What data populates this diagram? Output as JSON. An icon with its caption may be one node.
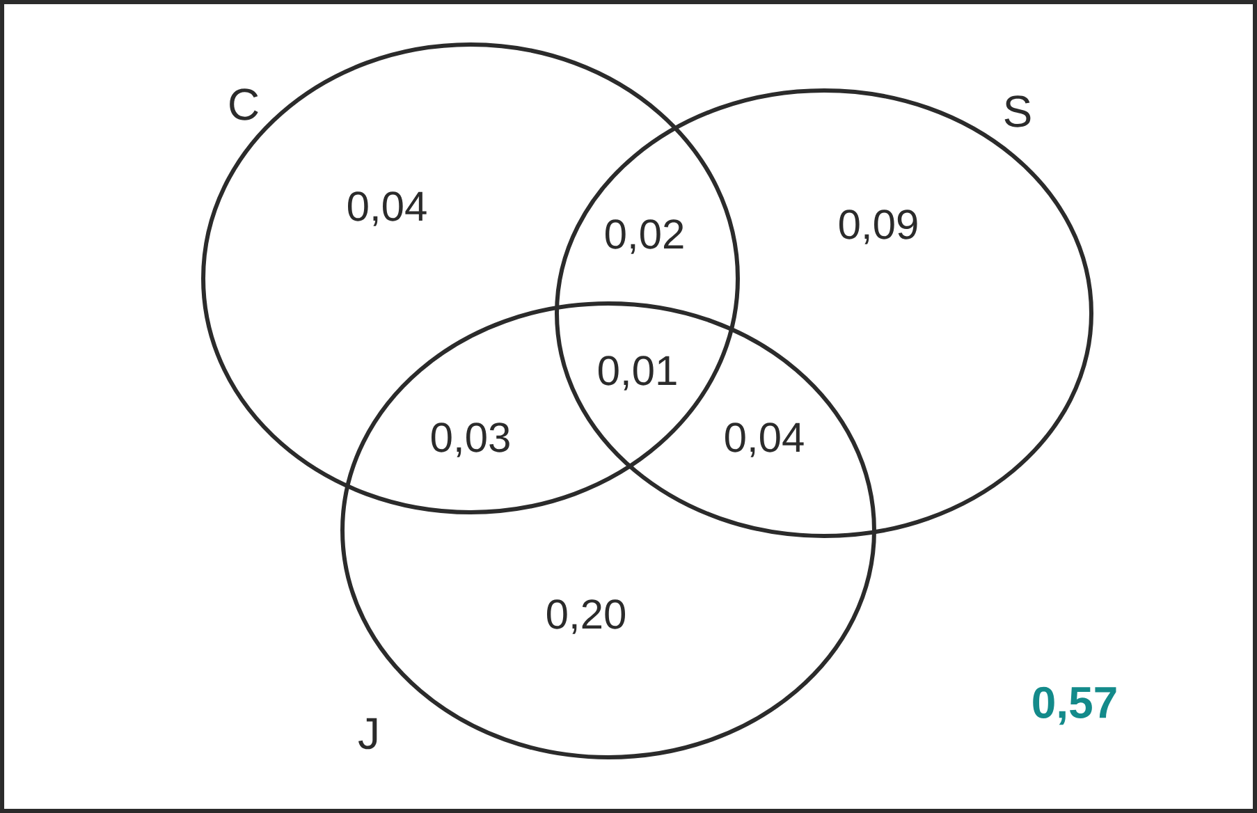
{
  "diagram": {
    "nodes": [
      {
        "text": [
          "C"
        ]
      },
      {
        "text": [
          "S"
        ]
      },
      {
        "text": [
          "J"
        ]
      }
    ],
    "edges": [],
    "labels": [
      "0,04",
      "0,02",
      "0,09",
      "0,01",
      "0,03",
      "0,04",
      "0,20",
      "0,57"
    ]
  }
}
